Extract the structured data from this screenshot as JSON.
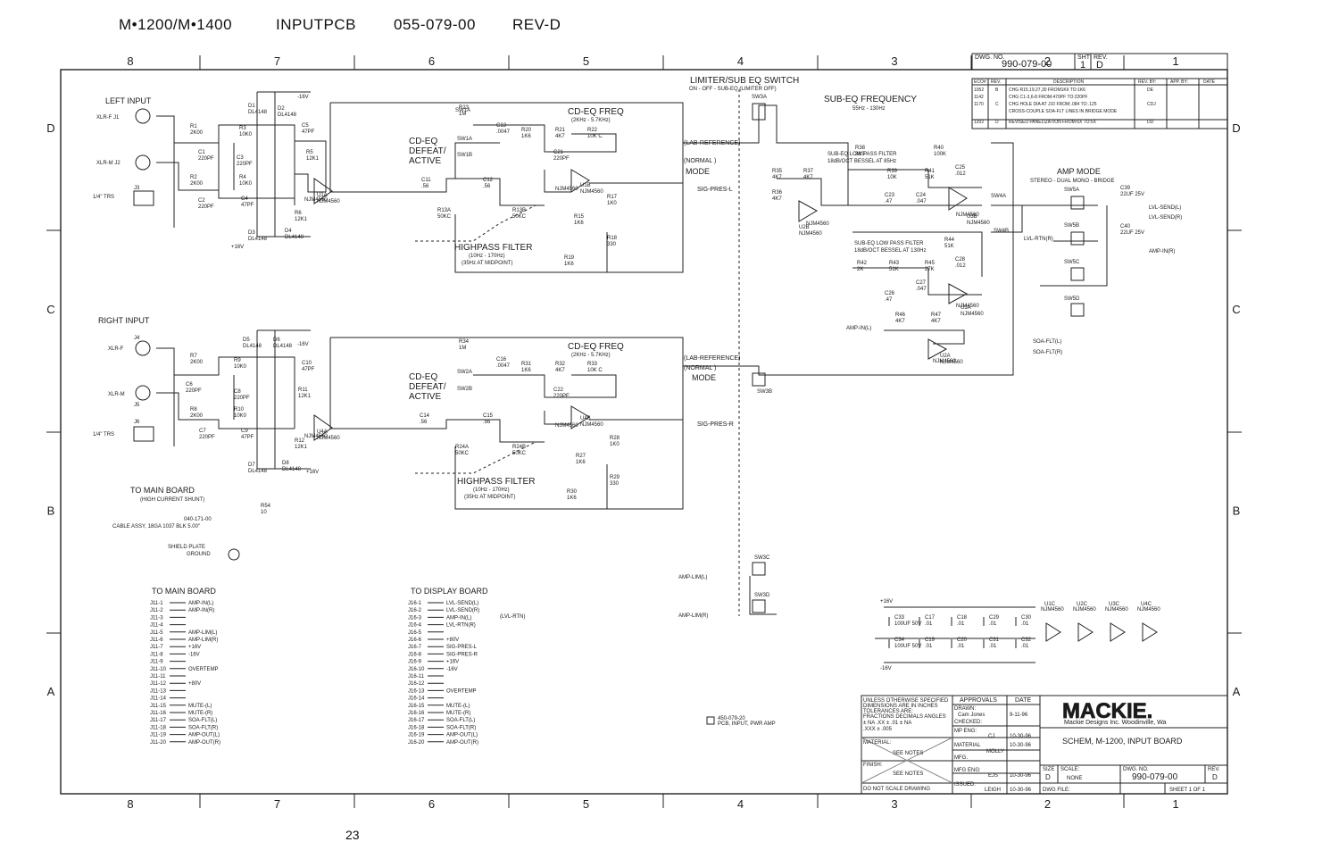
{
  "header": {
    "model": "M•1200/M•1400",
    "board": "INPUTPCB",
    "part": "055-079-00",
    "rev": "REV-D"
  },
  "border": {
    "columns": [
      "8",
      "7",
      "6",
      "5",
      "4",
      "3",
      "2",
      "1"
    ],
    "rows": [
      "D",
      "C",
      "B",
      "A"
    ]
  },
  "rev_block": {
    "dwg_no_label": "DWG. NO.",
    "dwg_no": "990-079-00",
    "sht_label": "SHT",
    "sht": "1",
    "rev_label": "REV.",
    "rev": "D",
    "headers": [
      "ECO#",
      "REV.",
      "DESCRIPTION",
      "REV. BY:",
      "APP. BY:",
      "DATE"
    ],
    "rows": [
      {
        "eco": "1052",
        "rev": "B",
        "desc": "CHG R15,19,27,30 FROM1K6 TO:1K6",
        "by": "DE"
      },
      {
        "eco": "1142",
        "rev": "",
        "desc": "CHG C1-3,6-8 FROM:470PF TO:220PF",
        "by": ""
      },
      {
        "eco": "1170",
        "rev": "C",
        "desc": "CHG HOLE DIA AT J10 FROM:.084 TO:.125",
        "by": "CDJ"
      },
      {
        "eco": "",
        "rev": "",
        "desc": "CROSS-COUPLE SOA-FLT LINES IN BRIDGE MODE",
        "by": ""
      },
      {
        "eco": "1202",
        "rev": "D",
        "desc": "REVISED PANELIZATION FROM:6X TO:5X",
        "by": "DD"
      }
    ]
  },
  "labels": {
    "left_input": "LEFT INPUT",
    "right_input": "RIGHT INPUT",
    "xlr_f_j1": "XLR-F  J1",
    "xlr_m_j2": "XLR-M  J2",
    "trs_j3": "1/4\" TRS",
    "j3": "J3",
    "xlr_f_j4": "XLR-F",
    "j4": "J4",
    "xlr_m_j5": "XLR-M",
    "j5": "J5",
    "trs_j6": "1/4\" TRS",
    "j6": "J6",
    "cd_eq_freq": "CD-EQ FREQ",
    "cd_eq_freq_range": "(2KHz - 5.7KHz)",
    "cd_eq_defeat": [
      "CD-EQ",
      "DEFEAT/",
      "ACTIVE"
    ],
    "highpass_filter": "HIGHPASS FILTER",
    "hp_range": "(10Hz - 170Hz)",
    "hp_mid": "(35Hz AT MIDPOINT)",
    "limiter_switch": "LIMITER/SUB EQ SWITCH",
    "limiter_modes": "ON - OFF - SUB-EQ (LIMITER OFF)",
    "sub_eq_freq": "SUB-EQ FREQUENCY",
    "sub_eq_range": "55Hz - 130Hz",
    "lab_reference": "(LAB-REFERENCE)",
    "normal": "(NORMAL )",
    "mode": "MODE",
    "sig_pres_l": "SIG-PRES-L",
    "sig_pres_r": "SIG-PRES-R",
    "sub_lp_1": "SUB-EQ LOW PASS FILTER",
    "sub_lp_1b": "18dB/OCT BESSEL AT 85Hz",
    "sub_lp_2": "SUB-EQ LOW PASS FILTER",
    "sub_lp_2b": "18dB/OCT BESSEL AT 130Hz",
    "amp_mode": "AMP MODE",
    "amp_mode_opts": "STEREO - DUAL MONO - BRIDGE",
    "lvl_send_l": "LVL-SEND(L)",
    "lvl_send_r": "LVL-SEND(R)",
    "lvl_rtn_r": "LVL-RTN(R)",
    "amp_in_r": "AMP-IN(R)",
    "amp_in_l": "AMP-IN(L)",
    "soa_flt_l": "SOA-FLT(L)",
    "soa_flt_r": "SOA-FLT(R)",
    "amp_lim_l": "AMP-LIM(L)",
    "amp_lim_r": "AMP-LIM(R)",
    "to_main_board_shunt": "TO MAIN BOARD",
    "high_current_shunt": "(HIGH CURRENT SHUNT)",
    "cable_assy": "CABLE ASSY, 18GA 1037 BLK 5.00\"",
    "cable_pn": "040-171-00",
    "shield_plate": "SHIELD PLATE",
    "ground": "GROUND",
    "pcb_note_pn": "450-079-20",
    "pcb_note": "PCB, INPUT, PWR AMP",
    "plus16v": "+16V",
    "minus16v": "-16V",
    "sw_1a": "SW1A",
    "sw_1b": "SW1B",
    "sw_2a": "SW2A",
    "sw_2b": "SW2B",
    "sw_3a": "SW3A",
    "sw_3b": "SW3B",
    "sw_3c": "SW3C",
    "sw_3d": "SW3D",
    "sw_4a": "SW4A",
    "sw_4b": "SW4B",
    "sw_5a": "SW5A",
    "sw_5b": "SW5B",
    "sw_5c": "SW5C",
    "sw_5d": "SW5D",
    "njm": "NJM4560"
  },
  "connectors": {
    "main_title": "TO MAIN BOARD",
    "main": [
      {
        "pin": "J11-1",
        "sig": "AMP-IN(L)"
      },
      {
        "pin": "J11-2",
        "sig": "AMP-IN(R)"
      },
      {
        "pin": "J11-3",
        "sig": ""
      },
      {
        "pin": "J11-4",
        "sig": ""
      },
      {
        "pin": "J11-5",
        "sig": "AMP-LIM(L)"
      },
      {
        "pin": "J11-6",
        "sig": "AMP-LIM(R)"
      },
      {
        "pin": "J11-7",
        "sig": "+16V"
      },
      {
        "pin": "J11-8",
        "sig": "-16V"
      },
      {
        "pin": "J11-9",
        "sig": ""
      },
      {
        "pin": "J11-10",
        "sig": "OVERTEMP"
      },
      {
        "pin": "J11-11",
        "sig": ""
      },
      {
        "pin": "J11-12",
        "sig": "+80V"
      },
      {
        "pin": "J11-13",
        "sig": ""
      },
      {
        "pin": "J11-14",
        "sig": ""
      },
      {
        "pin": "J11-15",
        "sig": "MUTE-(L)"
      },
      {
        "pin": "J11-16",
        "sig": "MUTE-(R)"
      },
      {
        "pin": "J11-17",
        "sig": "SOA-FLT(L)"
      },
      {
        "pin": "J11-18",
        "sig": "SOA-FLT(R)"
      },
      {
        "pin": "J11-19",
        "sig": "AMP-OUT(L)"
      },
      {
        "pin": "J11-20",
        "sig": "AMP-OUT(R)"
      }
    ],
    "display_title": "TO DISPLAY BOARD",
    "display_extra": "(LVL-RTN)",
    "display": [
      {
        "pin": "J16-1",
        "sig": "LVL-SEND(L)"
      },
      {
        "pin": "J16-2",
        "sig": "LVL-SEND(R)"
      },
      {
        "pin": "J16-3",
        "sig": "AMP-IN(L)"
      },
      {
        "pin": "J16-4",
        "sig": "LVL-RTN(R)"
      },
      {
        "pin": "J16-5",
        "sig": ""
      },
      {
        "pin": "J16-6",
        "sig": "+80V"
      },
      {
        "pin": "J16-7",
        "sig": "SIG-PRES-L"
      },
      {
        "pin": "J16-8",
        "sig": "SIG-PRES-R"
      },
      {
        "pin": "J16-9",
        "sig": "+16V"
      },
      {
        "pin": "J16-10",
        "sig": "-16V"
      },
      {
        "pin": "J16-11",
        "sig": ""
      },
      {
        "pin": "J16-12",
        "sig": ""
      },
      {
        "pin": "J16-13",
        "sig": "OVERTEMP"
      },
      {
        "pin": "J16-14",
        "sig": ""
      },
      {
        "pin": "J16-15",
        "sig": "MUTE-(L)"
      },
      {
        "pin": "J16-16",
        "sig": "MUTE-(R)"
      },
      {
        "pin": "J16-17",
        "sig": "SOA-FLT(L)"
      },
      {
        "pin": "J16-18",
        "sig": "SOA-FLT(R)"
      },
      {
        "pin": "J16-19",
        "sig": "AMP-OUT(L)"
      },
      {
        "pin": "J16-20",
        "sig": "AMP-OUT(R)"
      }
    ]
  },
  "parts": [
    {
      "ref": "R1",
      "val": "2K00"
    },
    {
      "ref": "R2",
      "val": "2K00"
    },
    {
      "ref": "R3",
      "val": "10K0"
    },
    {
      "ref": "R4",
      "val": "10K0"
    },
    {
      "ref": "C1",
      "val": "220PF"
    },
    {
      "ref": "C2",
      "val": "220PF"
    },
    {
      "ref": "C3",
      "val": "220PF"
    },
    {
      "ref": "C4",
      "val": "47PF"
    },
    {
      "ref": "C5",
      "val": "47PF"
    },
    {
      "ref": "R5",
      "val": "12K1"
    },
    {
      "ref": "R6",
      "val": "12K1"
    },
    {
      "ref": "U1A",
      "val": "NJM4560"
    },
    {
      "ref": "D1",
      "val": "DL4148"
    },
    {
      "ref": "D2",
      "val": "DL4148"
    },
    {
      "ref": "D3",
      "val": "DL4148"
    },
    {
      "ref": "D4",
      "val": "DL4148"
    },
    {
      "ref": "R23",
      "val": "1M"
    },
    {
      "ref": "C13",
      "val": ".0047"
    },
    {
      "ref": "R20",
      "val": "1K6"
    },
    {
      "ref": "R21",
      "val": "4K7"
    },
    {
      "ref": "R22",
      "val": "10K C"
    },
    {
      "ref": "C21",
      "val": "220PF"
    },
    {
      "ref": "U1B",
      "val": "NJM4560"
    },
    {
      "ref": "C11",
      "val": ".56"
    },
    {
      "ref": "C12",
      "val": ".56"
    },
    {
      "ref": "R13A",
      "val": "50KC"
    },
    {
      "ref": "R13B",
      "val": "50KC"
    },
    {
      "ref": "R15",
      "val": "1K6"
    },
    {
      "ref": "R17",
      "val": "1K0"
    },
    {
      "ref": "R18",
      "val": "330"
    },
    {
      "ref": "R19",
      "val": "1K6"
    },
    {
      "ref": "R7",
      "val": "2K00"
    },
    {
      "ref": "R8",
      "val": "2K00"
    },
    {
      "ref": "R9",
      "val": "10K0"
    },
    {
      "ref": "R10",
      "val": "10K0"
    },
    {
      "ref": "C6",
      "val": "220PF"
    },
    {
      "ref": "C7",
      "val": "220PF"
    },
    {
      "ref": "C8",
      "val": "220PF"
    },
    {
      "ref": "C9",
      "val": "47PF"
    },
    {
      "ref": "C10",
      "val": "47PF"
    },
    {
      "ref": "R11",
      "val": "12K1"
    },
    {
      "ref": "R12",
      "val": "12K1"
    },
    {
      "ref": "U4A",
      "val": "NJM4560"
    },
    {
      "ref": "D5",
      "val": "DL4148"
    },
    {
      "ref": "D6",
      "val": "DL4148"
    },
    {
      "ref": "D7",
      "val": "DL4148"
    },
    {
      "ref": "D8",
      "val": "DL4148"
    },
    {
      "ref": "R34",
      "val": "1M"
    },
    {
      "ref": "C16",
      "val": ".0047"
    },
    {
      "ref": "R31",
      "val": "1K6"
    },
    {
      "ref": "R32",
      "val": "4K7"
    },
    {
      "ref": "R33",
      "val": "10K C"
    },
    {
      "ref": "C22",
      "val": "220PF"
    },
    {
      "ref": "U4B",
      "val": "NJM4560"
    },
    {
      "ref": "C14",
      "val": ".56"
    },
    {
      "ref": "C15",
      "val": ".56"
    },
    {
      "ref": "R24A",
      "val": "50KC"
    },
    {
      "ref": "R24B",
      "val": "50KC"
    },
    {
      "ref": "R27",
      "val": "1K6"
    },
    {
      "ref": "R28",
      "val": "1K0"
    },
    {
      "ref": "R29",
      "val": "330"
    },
    {
      "ref": "R30",
      "val": "1K6"
    },
    {
      "ref": "R54",
      "val": "10"
    },
    {
      "ref": "R35",
      "val": "4K7"
    },
    {
      "ref": "R36",
      "val": "4K7"
    },
    {
      "ref": "R37",
      "val": "4K7"
    },
    {
      "ref": "U2B",
      "val": "NJM4560"
    },
    {
      "ref": "R38",
      "val": "3K9"
    },
    {
      "ref": "R39",
      "val": "10K"
    },
    {
      "ref": "R40",
      "val": "100K"
    },
    {
      "ref": "R41",
      "val": "51K"
    },
    {
      "ref": "C23",
      "val": ".47"
    },
    {
      "ref": "C24",
      "val": ".047"
    },
    {
      "ref": "C25",
      "val": ".012"
    },
    {
      "ref": "U3B",
      "val": "NJM4560"
    },
    {
      "ref": "R42",
      "val": "2K"
    },
    {
      "ref": "R43",
      "val": "51K"
    },
    {
      "ref": "R44",
      "val": "51K"
    },
    {
      "ref": "R45",
      "val": "27K"
    },
    {
      "ref": "C26",
      "val": ".47"
    },
    {
      "ref": "C27",
      "val": ".047"
    },
    {
      "ref": "C28",
      "val": ".012"
    },
    {
      "ref": "U3A",
      "val": "NJM4560"
    },
    {
      "ref": "R46",
      "val": "4K7"
    },
    {
      "ref": "R47",
      "val": "4K7"
    },
    {
      "ref": "U2A",
      "val": "NJM4560"
    },
    {
      "ref": "C39",
      "val": "22UF 25V"
    },
    {
      "ref": "C40",
      "val": "22UF 25V"
    }
  ],
  "power": {
    "caps": [
      {
        "ref": "C33",
        "val": "100UF 50V"
      },
      {
        "ref": "C34",
        "val": "100UF 50V"
      },
      {
        "ref": "C17",
        "val": ".01"
      },
      {
        "ref": "C19",
        "val": ".01"
      },
      {
        "ref": "C18",
        "val": ".01"
      },
      {
        "ref": "C20",
        "val": ".01"
      },
      {
        "ref": "C29",
        "val": ".01"
      },
      {
        "ref": "C31",
        "val": ".01"
      },
      {
        "ref": "C30",
        "val": ".01"
      },
      {
        "ref": "C32",
        "val": ".01"
      }
    ],
    "ics": [
      {
        "ref": "U1C",
        "val": "NJM4560"
      },
      {
        "ref": "U2C",
        "val": "NJM4560"
      },
      {
        "ref": "U3C",
        "val": "NJM4560"
      },
      {
        "ref": "U4C",
        "val": "NJM4560"
      }
    ]
  },
  "title_block": {
    "tolerance_note": [
      "UNLESS OTHERWISE SPECIFIED",
      "DIMENSIONS ARE IN INCHES",
      "TOLERANCES ARE:",
      "FRACTIONS  DECIMALS  ANGLES",
      "± NA   .XX ± .01  ± NA",
      "          .XXX ± .005"
    ],
    "approvals": "APPROVALS",
    "date": "DATE",
    "drawn_label": "DRAWN:",
    "drawn_name": "Cam Jones",
    "drawn_date": "9-11-96",
    "checked_label": "CHECKED:",
    "mp_eng_label": "MP ENG:",
    "mp_eng_name": "CJ",
    "mp_eng_date": "10-30-96",
    "material_label": "MATERIAL:",
    "material_note": "SEE NOTES",
    "material2_label": "MATERIAL",
    "material2_name": "MOLLY",
    "material2_date": "10-30-96",
    "finish_label": "FINISH:",
    "finish_note": "SEE NOTES",
    "mfg_label": "MFG.",
    "mfg_eng_label": "MFG ENG:",
    "mfg_eng_name": "EJS",
    "mfg_eng_date": "10-30-96",
    "issued_label": "ISSUED:",
    "issued_name": "LEIGH",
    "issued_date": "10-30-96",
    "no_scale": "DO NOT SCALE DRAWING",
    "logo": "MACKIE.",
    "company": "Mackie Designs Inc.  Woodinville, Wa",
    "title": "SCHEM, M-1200, INPUT BOARD",
    "size_label": "SIZE",
    "size": "D",
    "scale_label": "SCALE:",
    "scale": "NONE",
    "dwg_no_label": "DWG. NO.",
    "dwg_no": "990-079-00",
    "rev_label": "REV.",
    "rev": "D",
    "dwg_file_label": "DWG FILE:",
    "sheet": "SHEET  1  OF  1"
  },
  "footer": {
    "page": "23"
  }
}
